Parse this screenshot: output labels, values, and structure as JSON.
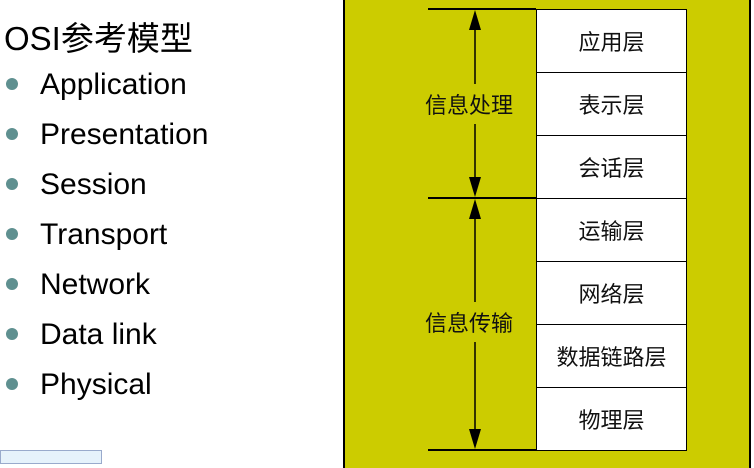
{
  "title": "OSI参考模型",
  "bullets": [
    "Application",
    "Presentation",
    "Session",
    "Transport",
    "Network",
    "Data link",
    "Physical"
  ],
  "diagram": {
    "layers": [
      "应用层",
      "表示层",
      "会话层",
      "运输层",
      "网络层",
      "数据链路层",
      "物理层"
    ],
    "groups": {
      "upper": "信息处理",
      "lower": "信息传输"
    },
    "background": "#cccc00"
  }
}
